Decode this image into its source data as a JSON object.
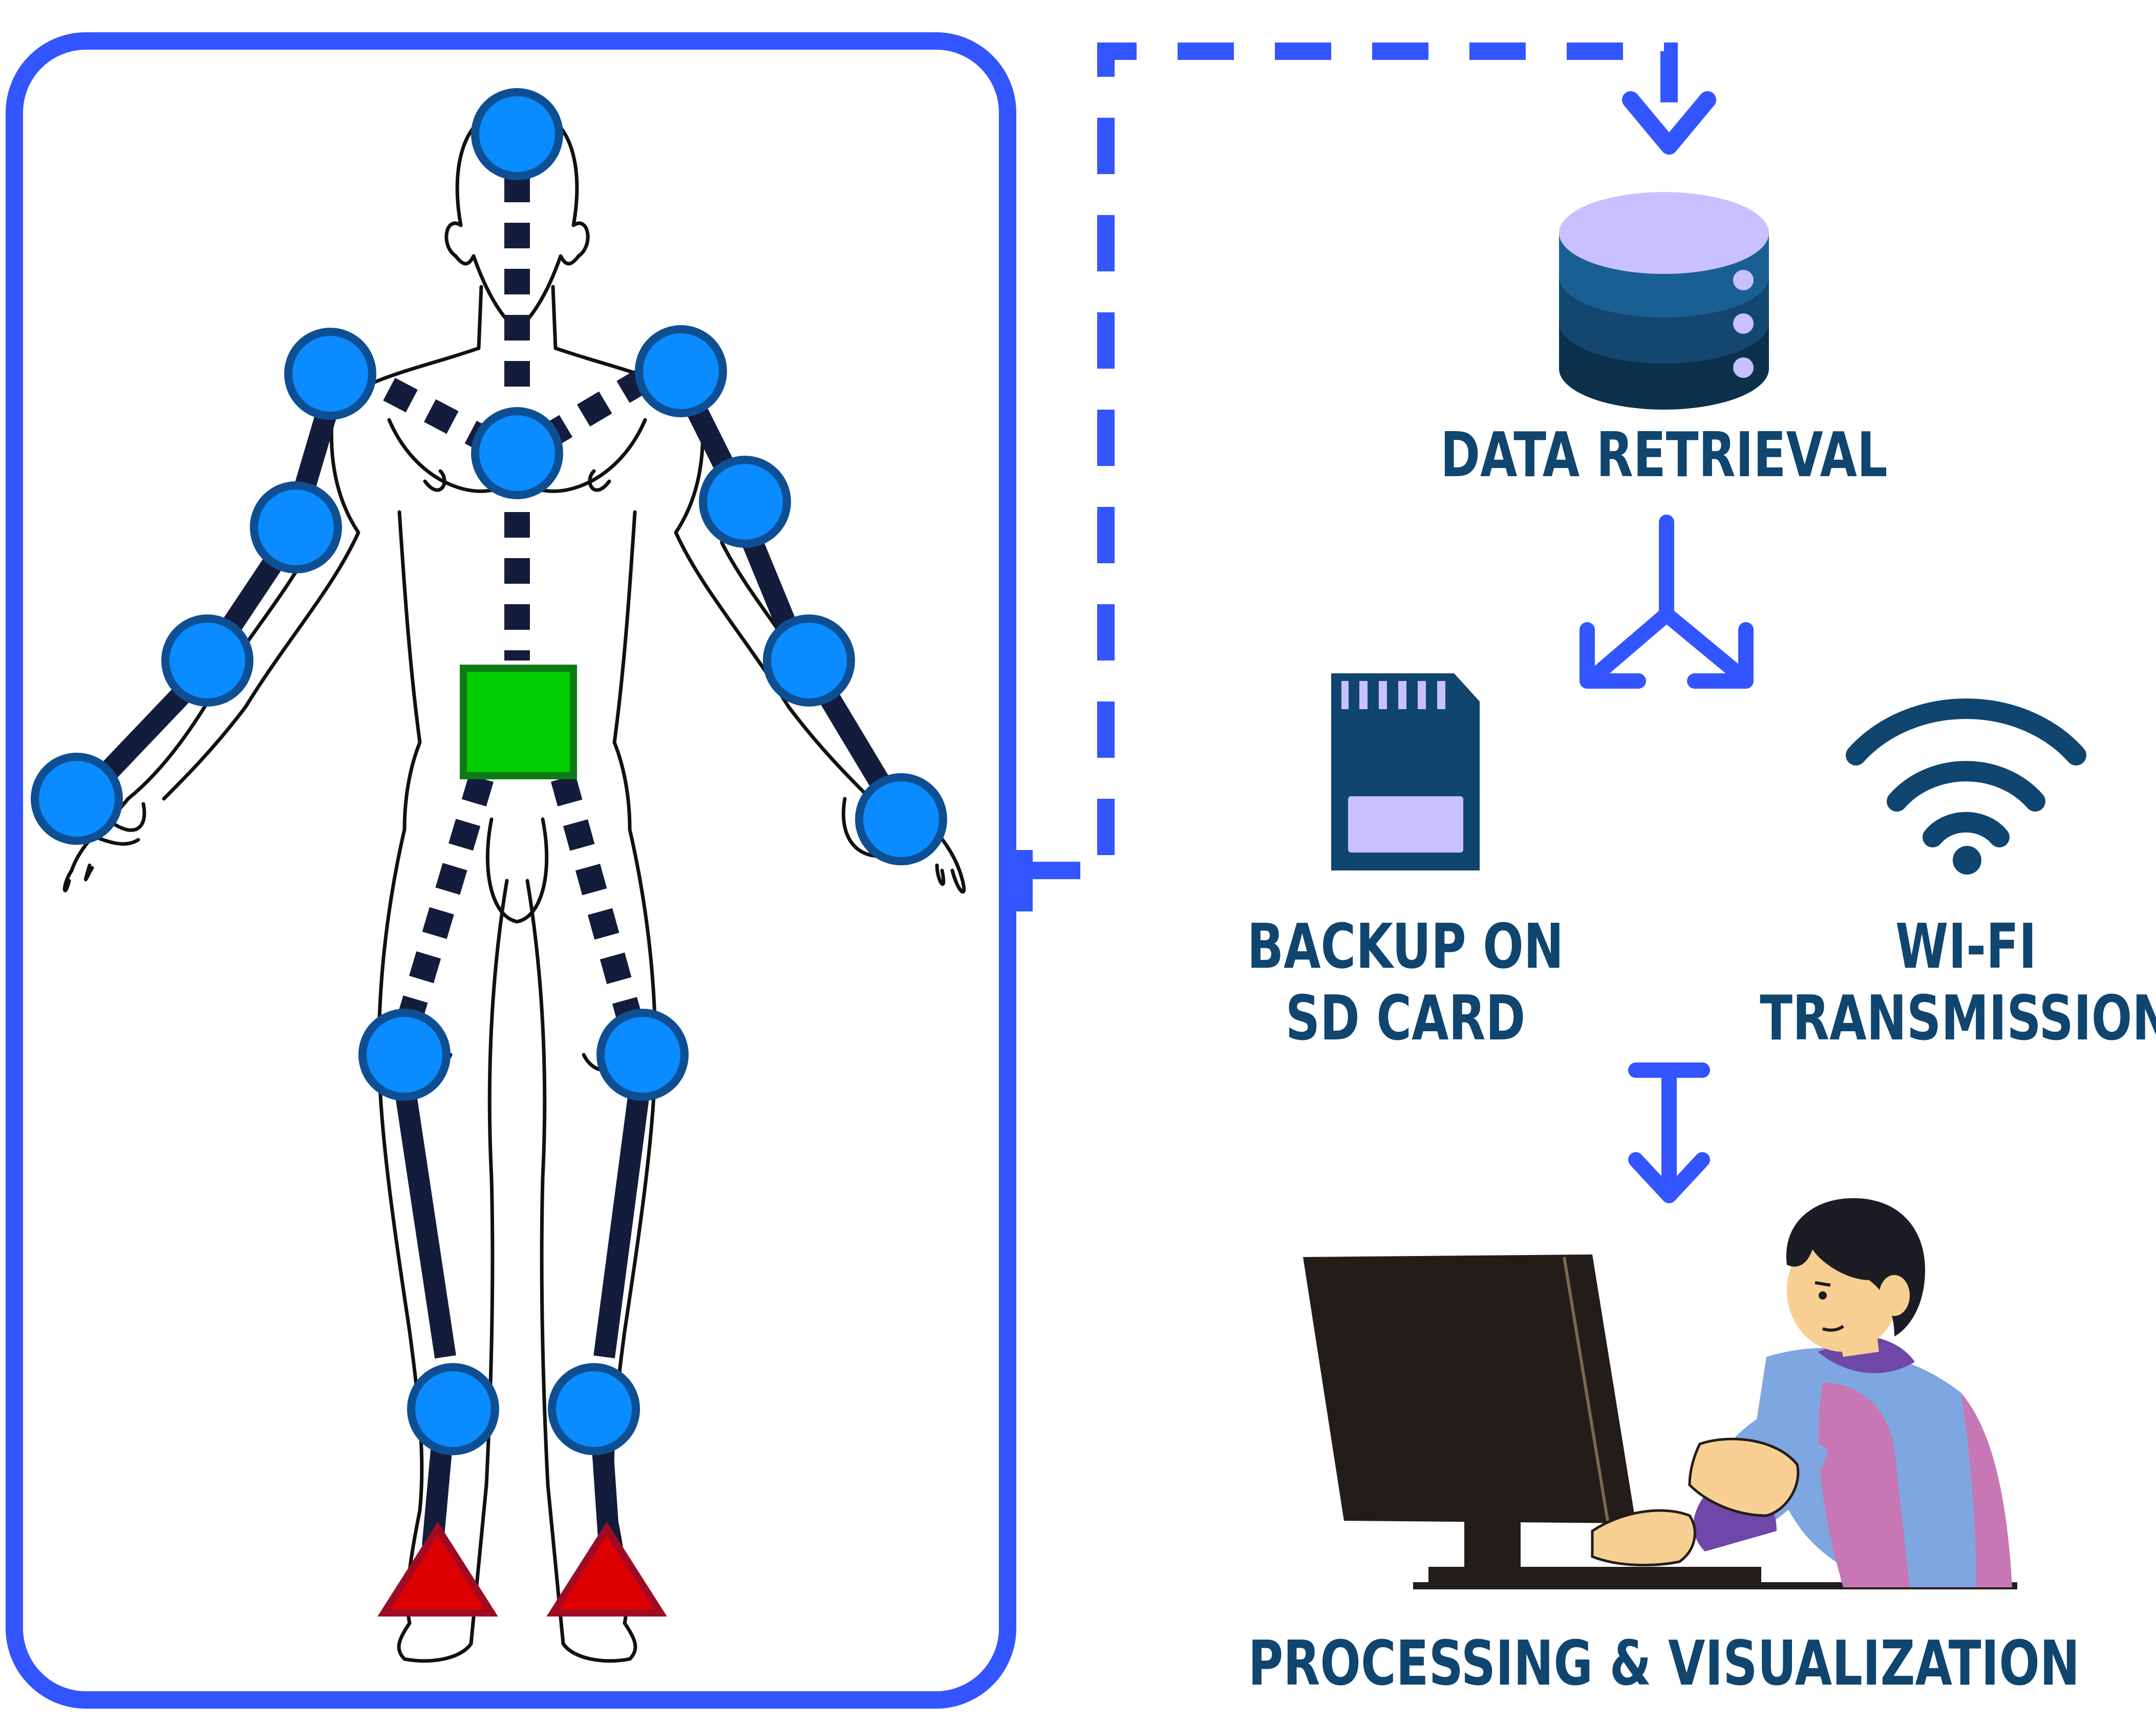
{
  "labels": {
    "data_retrieval": "DATA RETRIEVAL",
    "backup_line1": "BACKUP ON",
    "backup_line2": "SD CARD",
    "wifi_line1": "WI-FI",
    "wifi_line2": "TRANSMISSION",
    "processing": "PROCESSING & VISUALIZATION"
  },
  "icons": {
    "database": "database-icon",
    "sd_card": "sd-card-icon",
    "wifi": "wifi-icon",
    "person": "person-at-computer-icon"
  },
  "colors": {
    "frame_blue": "#3355ff",
    "label_navy": "#0f456e",
    "sensor_blue": "#0a8bff",
    "sensor_outline": "#0e4f93",
    "bone_navy": "#141c3c",
    "hub_green": "#00cc00",
    "foot_red": "#dd0000",
    "db_top": "#c9c1ff",
    "db_layers": [
      "#1a5f93",
      "#13476f",
      "#0c314d"
    ]
  }
}
